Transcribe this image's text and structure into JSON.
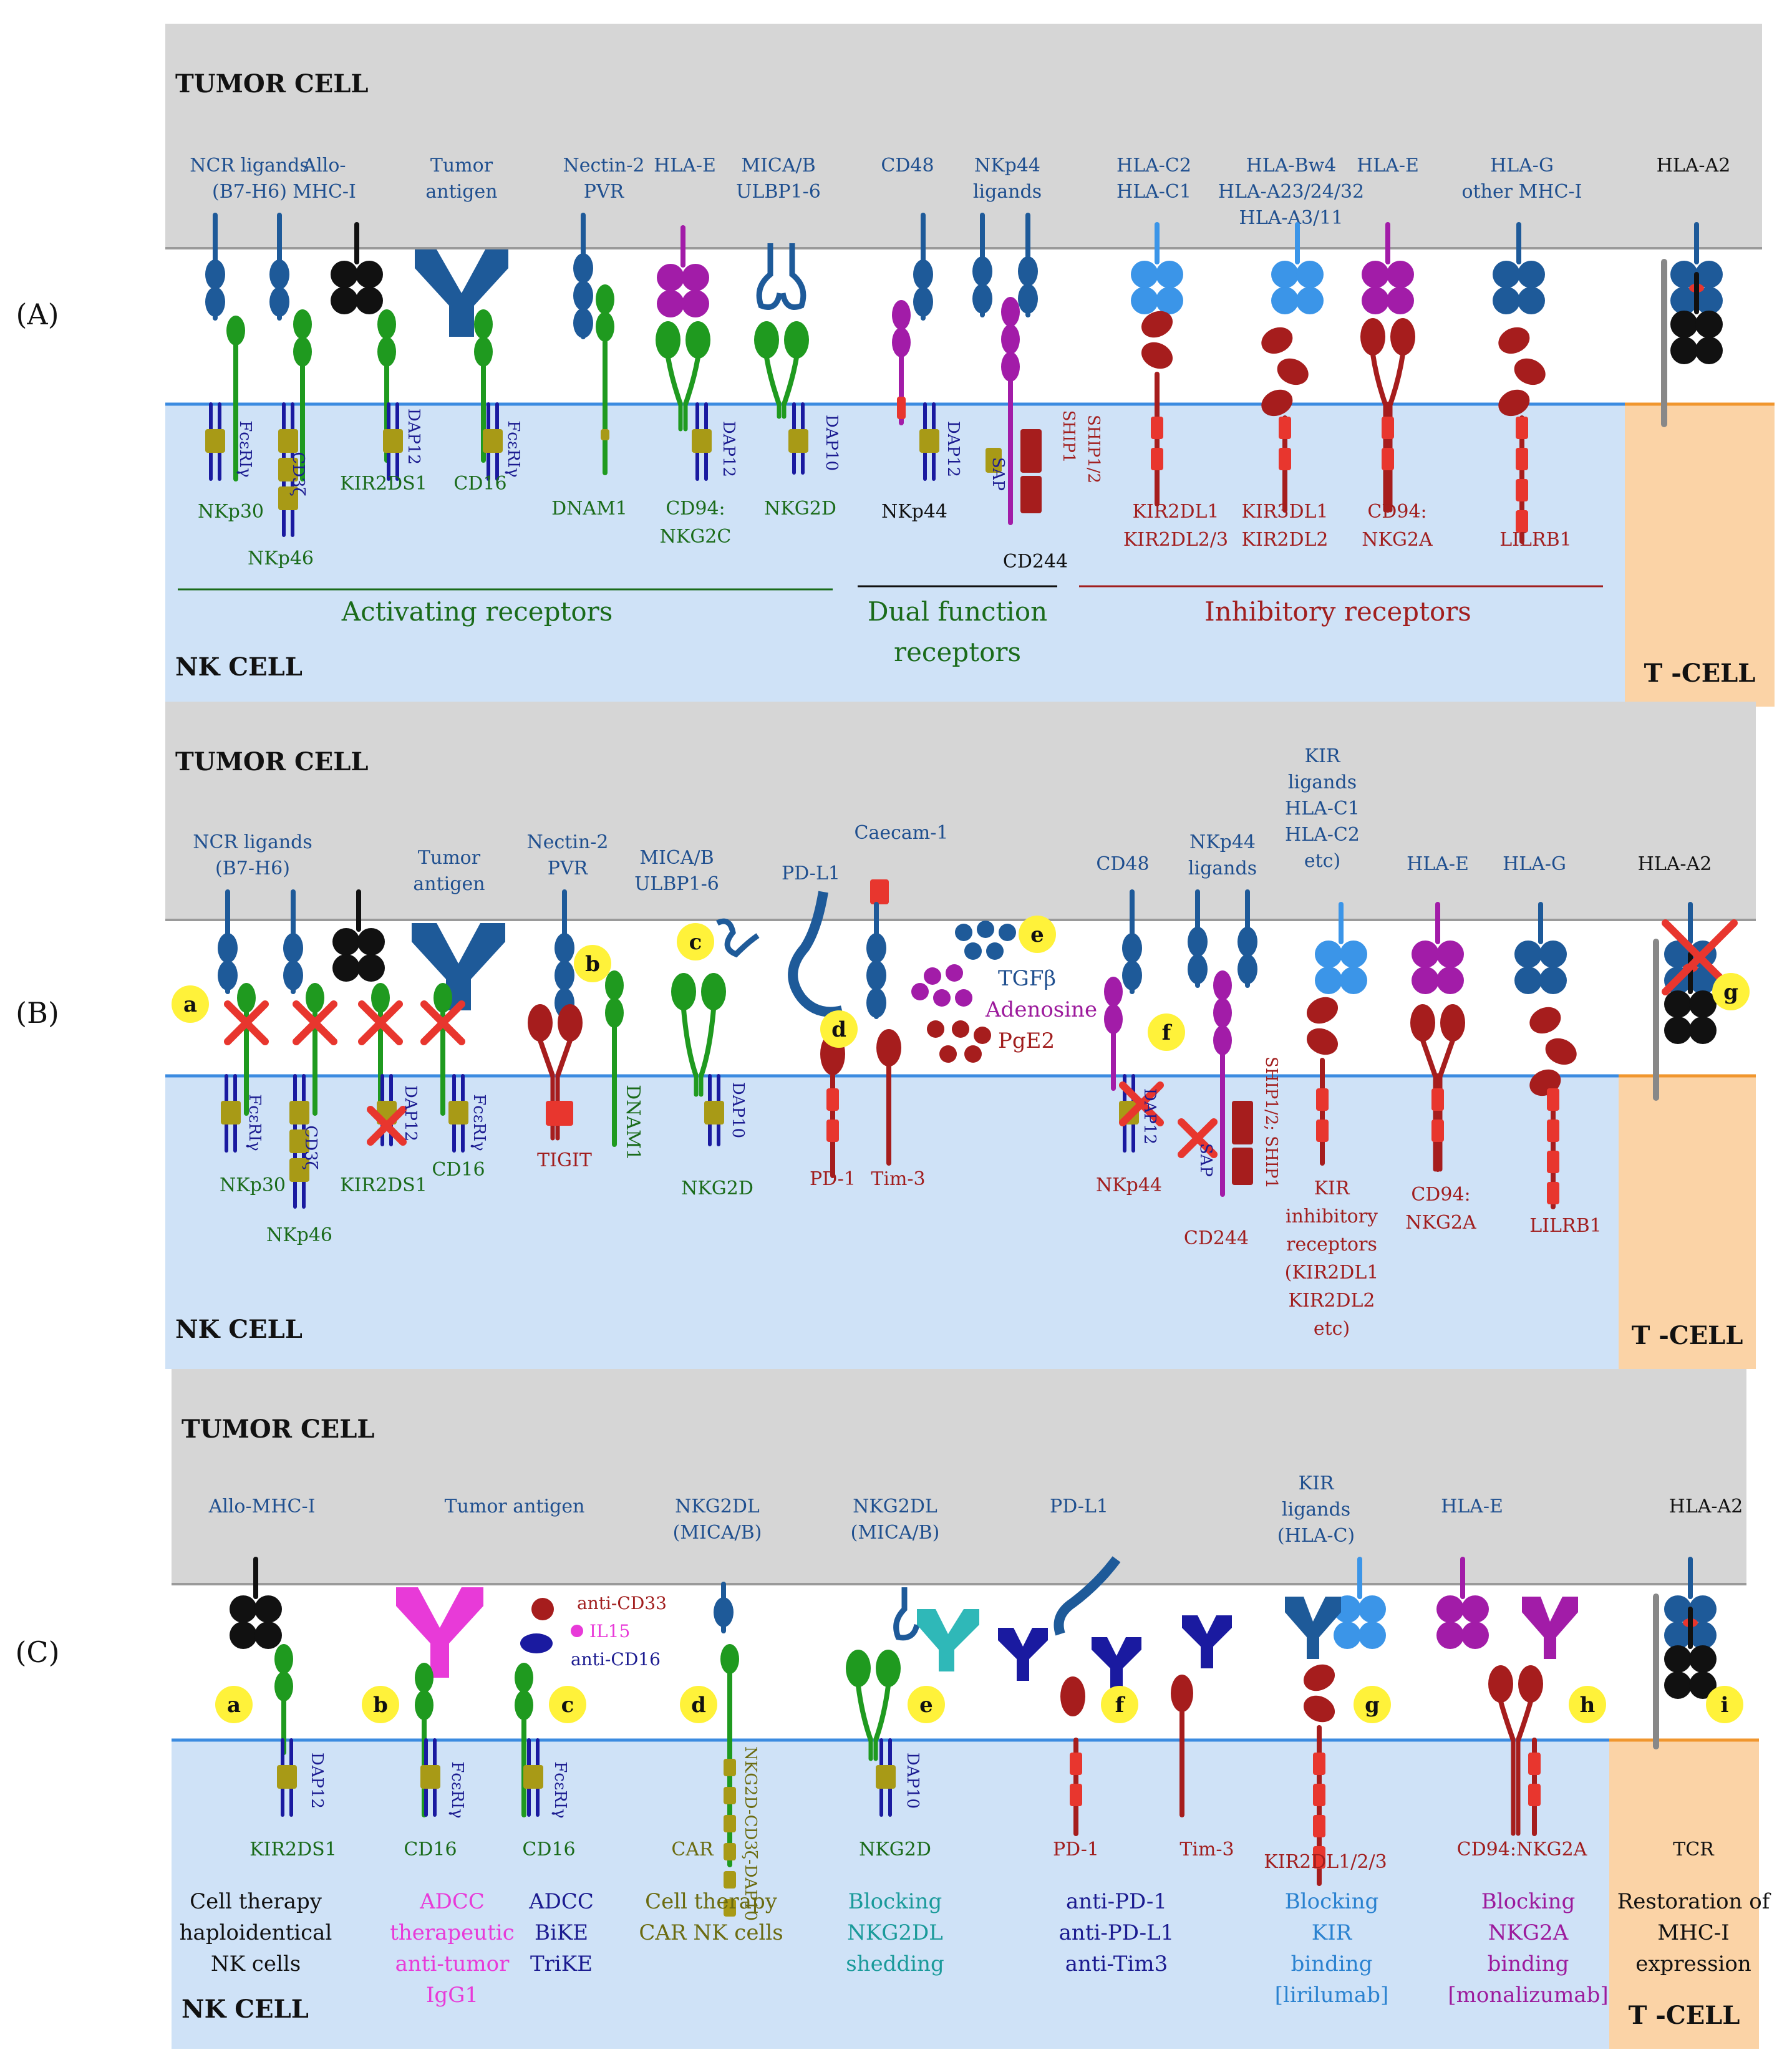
{
  "colors": {
    "tumor_bg": "#d6d6d6",
    "nk_bg": "#cfe2f7",
    "tcell_bg": "#fbd3a6",
    "membrane": "#3b8be0",
    "tcell_membrane": "#f0962e",
    "ligand_blue": "#1e5a99",
    "light_blue": "#3b95e8",
    "purple": "#a21ca8",
    "green": "#1f9a1f",
    "dark_red": "#a61d1d",
    "red": "#e8362e",
    "navy": "#1a1aa0",
    "olive": "#a89a16",
    "black": "#111111",
    "yellow": "#fff23a",
    "magenta": "#e83ad8",
    "teal": "#2fb8b8",
    "label_blue": "#1f4f8f",
    "label_green": "#1a6b1a",
    "label_red": "#a11e1e",
    "label_purple": "#9c1a9c",
    "label_navy": "#1b1b90",
    "label_olive": "#6b6b10",
    "label_teal": "#1a9a9a"
  },
  "panels": [
    {
      "id": "A",
      "panel_label": "(A)",
      "tumor_title": "TUMOR CELL",
      "nk_title": "NK CELL",
      "tcell_title": "T -CELL",
      "ligand_labels": [
        {
          "text": "NCR ligands",
          "text2": "(B7-H6)"
        },
        {
          "text": "Allo-",
          "text2": "MHC-I"
        },
        {
          "text": "Tumor",
          "text2": "antigen"
        },
        {
          "text": "Nectin-2",
          "text2": "PVR"
        },
        {
          "text": "HLA-E",
          "text2": ""
        },
        {
          "text": "MICA/B",
          "text2": "ULBP1-6"
        },
        {
          "text": "CD48",
          "text2": ""
        },
        {
          "text": "NKp44",
          "text2": "ligands"
        },
        {
          "text": "HLA-C2",
          "text2": "HLA-C1"
        },
        {
          "text": "HLA-Bw4",
          "text2": "HLA-A23/24/32",
          "text3": "HLA-A3/11"
        },
        {
          "text": "HLA-E",
          "text2": ""
        },
        {
          "text": "HLA-G",
          "text2": "other MHC-I"
        },
        {
          "text": "HLA-A2",
          "text2": ""
        }
      ],
      "receptor_labels": [
        "NKp30",
        "NKp46",
        "KIR2DS1",
        "CD16",
        "DNAM1",
        "CD94:",
        "NKG2C",
        "NKG2D",
        "NKp44",
        "CD244",
        "KIR2DL1",
        "KIR2DL2/3",
        "KIR3DL1",
        "KIR2DL2",
        "CD94:",
        "NKG2A",
        "LILRB1"
      ],
      "adaptor_labels": [
        "FcεRIγ",
        "CD3ζ",
        "DAP12",
        "FcεRIγ",
        "DAP12",
        "DAP10",
        "DAP12",
        "SAP",
        "SHIP1",
        "SHIP1/2"
      ],
      "groups": [
        "Activating receptors",
        "Dual function",
        "receptors",
        "Inhibitory receptors"
      ]
    },
    {
      "id": "B",
      "panel_label": "(B)",
      "tumor_title": "TUMOR CELL",
      "nk_title": "NK CELL",
      "tcell_title": "T -CELL",
      "ligand_labels": [
        {
          "text": "NCR ligands",
          "text2": "(B7-H6)"
        },
        {
          "text": "Tumor",
          "text2": "antigen"
        },
        {
          "text": "Nectin-2",
          "text2": "PVR"
        },
        {
          "text": "MICA/B",
          "text2": "ULBP1-6"
        },
        {
          "text": "PD-L1",
          "text2": ""
        },
        {
          "text": "Caecam-1",
          "text2": ""
        },
        {
          "text": "CD48",
          "text2": ""
        },
        {
          "text": "NKp44",
          "text2": "ligands"
        },
        {
          "text": "KIR",
          "text2": "ligands",
          "text3": "HLA-C1",
          "text4": "HLA-C2",
          "text5": "etc)"
        },
        {
          "text": "HLA-E",
          "text2": ""
        },
        {
          "text": "HLA-G",
          "text2": ""
        },
        {
          "text": "HLA-A2",
          "text2": ""
        }
      ],
      "markers": [
        "a",
        "b",
        "c",
        "d",
        "e",
        "f",
        "g"
      ],
      "soluble": [
        "TGFβ",
        "Adenosine",
        "PgE2"
      ],
      "receptor_labels": [
        "NKp30",
        "NKp46",
        "KIR2DS1",
        "CD16",
        "TIGIT",
        "DNAM1",
        "NKG2D",
        "PD-1",
        "Tim-3",
        "NKp44",
        "CD244",
        "KIR",
        "inhibitory",
        "receptors",
        "(KIR2DL1",
        "KIR2DL2",
        "etc)",
        "CD94:",
        "NKG2A",
        "LILRB1"
      ],
      "adaptor_labels": [
        "FcεRIγ",
        "CD3ζ",
        "DAP12",
        "FcεRIγ",
        "DAP10",
        "DAP12",
        "SAP",
        "SHIP1/2; SHIP1"
      ]
    },
    {
      "id": "C",
      "panel_label": "(C)",
      "tumor_title": "TUMOR CELL",
      "nk_title": "NK CELL",
      "tcell_title": "T -CELL",
      "ligand_labels": [
        {
          "text": "Allo-MHC-I",
          "text2": ""
        },
        {
          "text": "Tumor antigen",
          "text2": ""
        },
        {
          "text": "NKG2DL",
          "text2": "(MICA/B)"
        },
        {
          "text": "NKG2DL",
          "text2": "(MICA/B)"
        },
        {
          "text": "PD-L1",
          "text2": ""
        },
        {
          "text": "KIR",
          "text2": "ligands",
          "text3": "(HLA-C)"
        },
        {
          "text": "HLA-E",
          "text2": ""
        },
        {
          "text": "HLA-A2",
          "text2": ""
        }
      ],
      "markers": [
        "a",
        "b",
        "c",
        "d",
        "e",
        "f",
        "g",
        "h",
        "i"
      ],
      "trike_labels": [
        "anti-CD33",
        "IL15",
        "anti-CD16"
      ],
      "receptor_labels": [
        "KIR2DS1",
        "CD16",
        "CD16",
        "CAR",
        "NKG2D",
        "PD-1",
        "Tim-3",
        "KIR2DL1/2/3",
        "CD94:NKG2A",
        "TCR"
      ],
      "adaptor_labels": [
        "DAP12",
        "FcεRIγ",
        "FcεRIγ",
        "NKG2D-CD3ζ-DAP10",
        "DAP10"
      ],
      "strategies": [
        {
          "lines": [
            "Cell therapy",
            "haploidentical",
            "NK cells"
          ],
          "color": "#111111"
        },
        {
          "lines": [
            "ADCC",
            "therapeutic",
            "anti-tumor",
            "IgG1"
          ],
          "color": "#e83ad8"
        },
        {
          "lines": [
            "ADCC",
            "BiKE",
            "TriKE"
          ],
          "color": "#1b1b90"
        },
        {
          "lines": [
            "Cell therapy",
            "CAR NK cells"
          ],
          "color": "#6b6b10"
        },
        {
          "lines": [
            "Blocking",
            "NKG2DL",
            "shedding"
          ],
          "color": "#1a9a9a"
        },
        {
          "lines": [
            "anti-PD-1",
            "anti-PD-L1",
            "anti-Tim3"
          ],
          "color": "#1b1b90"
        },
        {
          "lines": [
            "Blocking",
            "KIR",
            "binding",
            "[lirilumab]"
          ],
          "color": "#2a82d0"
        },
        {
          "lines": [
            "Blocking",
            "NKG2A",
            "binding",
            "[monalizumab]"
          ],
          "color": "#9c1a9c"
        },
        {
          "lines": [
            "Restoration of",
            "MHC-I",
            "expression"
          ],
          "color": "#111111"
        }
      ]
    }
  ]
}
